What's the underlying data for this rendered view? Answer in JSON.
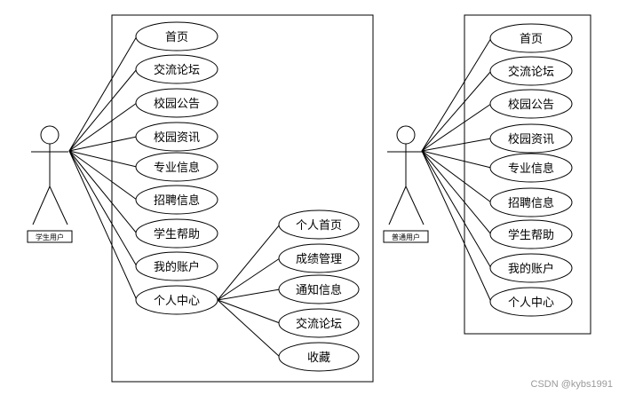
{
  "left_diagram": {
    "actor": "学生用户",
    "use_cases": [
      "首页",
      "交流论坛",
      "校园公告",
      "校园资讯",
      "专业信息",
      "招聘信息",
      "学生帮助",
      "我的账户",
      "个人中心"
    ],
    "sub_use_cases": [
      "个人首页",
      "成绩管理",
      "通知信息",
      "交流论坛",
      "收藏"
    ]
  },
  "right_diagram": {
    "actor": "普通用户",
    "use_cases": [
      "首页",
      "交流论坛",
      "校园公告",
      "校园资讯",
      "专业信息",
      "招聘信息",
      "学生帮助",
      "我的账户",
      "个人中心"
    ]
  },
  "watermark": "CSDN @kybs1991"
}
